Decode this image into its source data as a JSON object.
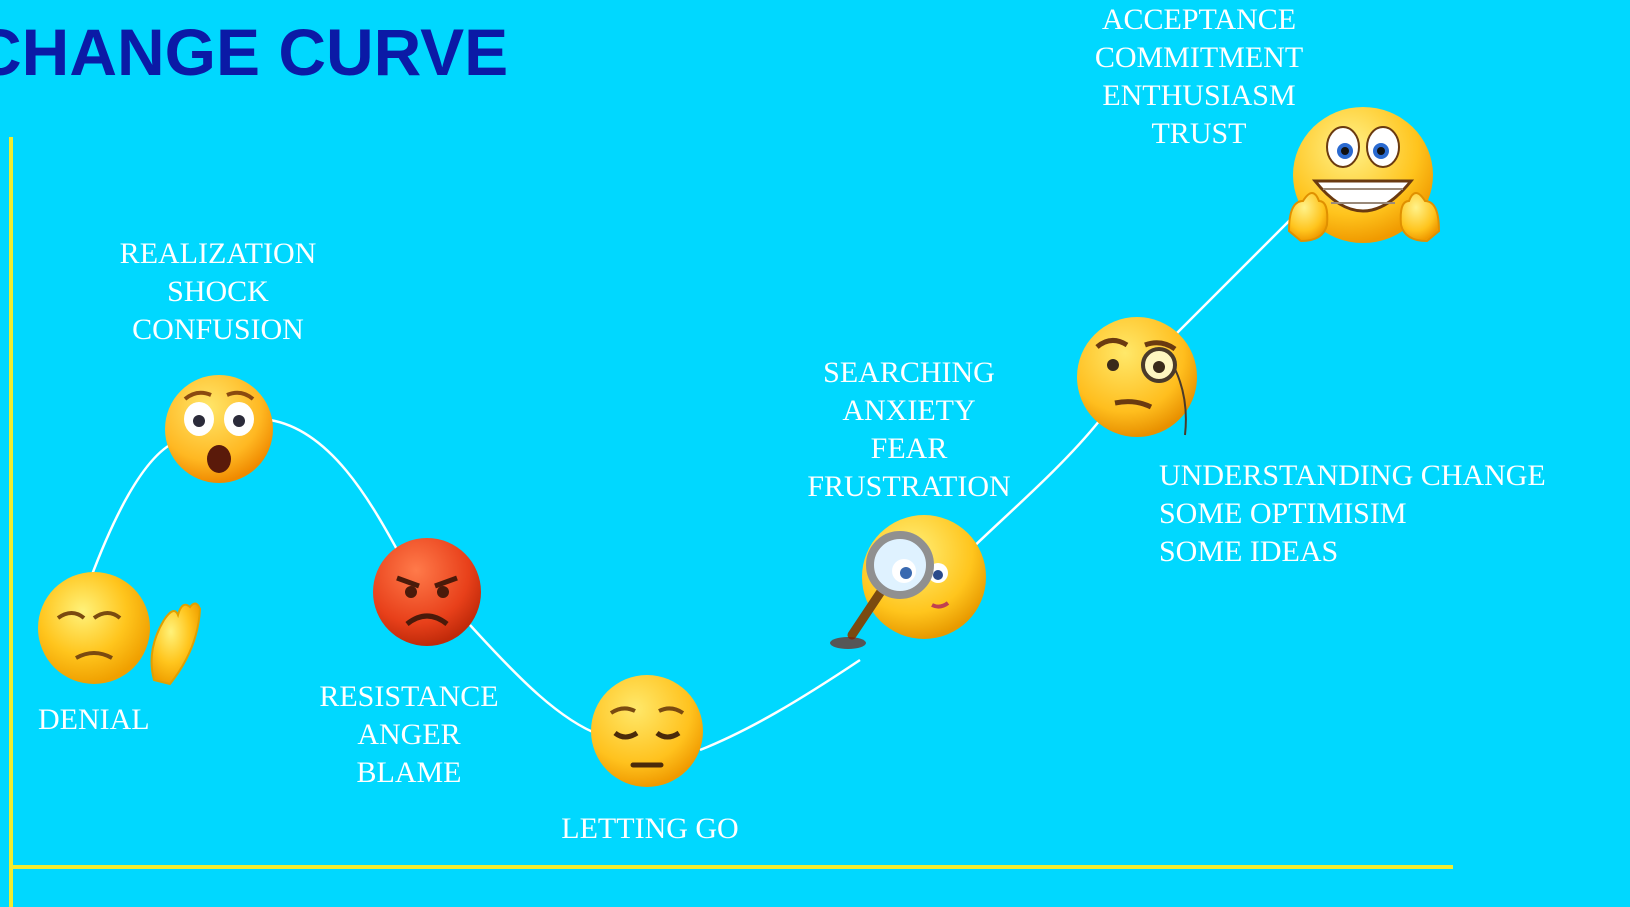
{
  "title": "CHANGE CURVE",
  "colors": {
    "background": "#00d8ff",
    "title": "#0b1aa6",
    "axis": "#f1ec2e",
    "label": "#ffffff"
  },
  "stages": [
    {
      "name": "denial",
      "icon": "hand-raised-face-icon",
      "lines": [
        "DENIAL"
      ]
    },
    {
      "name": "realization",
      "icon": "shocked-face-icon",
      "lines": [
        "REALIZATION",
        "SHOCK",
        "CONFUSION"
      ]
    },
    {
      "name": "resistance",
      "icon": "angry-face-icon",
      "lines": [
        "RESISTANCE",
        "ANGER",
        "BLAME"
      ]
    },
    {
      "name": "letting-go",
      "icon": "pensive-face-icon",
      "lines": [
        "LETTING GO"
      ]
    },
    {
      "name": "searching",
      "icon": "magnifying-glass-face-icon",
      "lines": [
        "SEARCHING",
        "ANXIETY",
        "FEAR",
        "FRUSTRATION"
      ]
    },
    {
      "name": "understanding",
      "icon": "monocle-face-icon",
      "lines": [
        "UNDERSTANDING CHANGE",
        "SOME OPTIMISIM",
        "SOME IDEAS"
      ]
    },
    {
      "name": "acceptance",
      "icon": "grinning-thumbs-up-face-icon",
      "lines": [
        "ACCEPTANCE",
        "COMMITMENT",
        "ENTHUSIASM",
        "TRUST"
      ]
    }
  ]
}
